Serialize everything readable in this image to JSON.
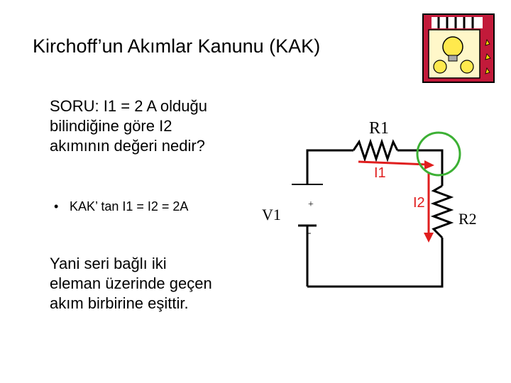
{
  "slide": {
    "title": "Kirchoff’un Akımlar Kanunu (KAK)",
    "question": [
      "SORU: I1 = 2 A olduğu",
      "bilindiğine göre I2",
      "akımının değeri nedir?"
    ],
    "bullet": "KAK’ tan I1 = I2 = 2A",
    "conclusion": [
      "Yani seri bağlı iki",
      "eleman üzerinde geçen",
      "akım birbirine eşittir."
    ]
  },
  "circuit": {
    "source_label": "V1",
    "plus_sign": "+",
    "minus_sign": "-",
    "resistor1_label": "R1",
    "resistor2_label": "R2",
    "current1_label": "I1",
    "current2_label": "I2",
    "colors": {
      "wire": "#000000",
      "current_arrow": "#e01e1e",
      "current_text": "#e01e1e",
      "node_highlight": "#3cb034"
    }
  },
  "clipart": {
    "icon": "lightbulb-idea-icon"
  }
}
